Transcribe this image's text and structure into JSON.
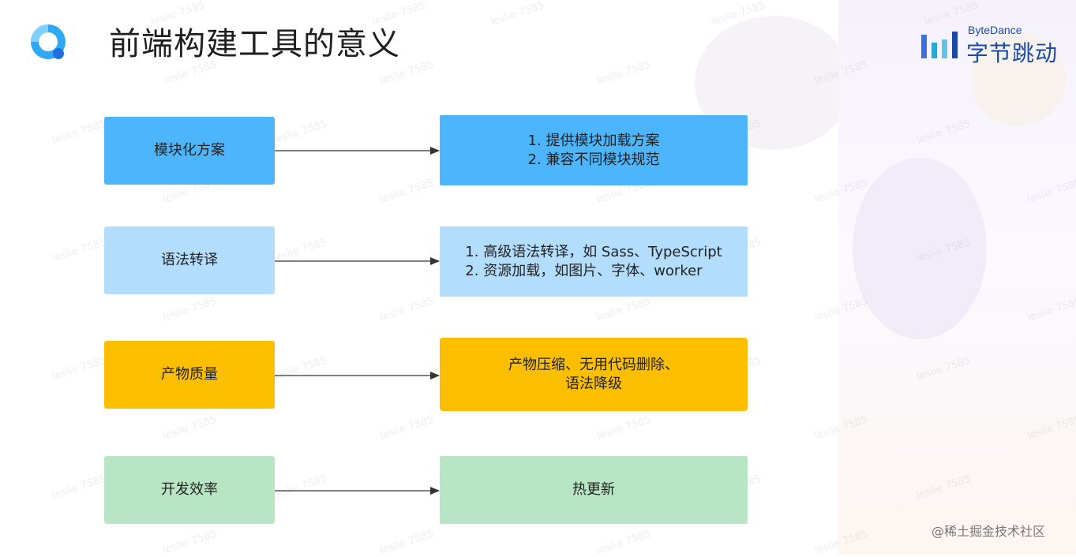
{
  "slide": {
    "title": "前端构建工具的意义",
    "brand_en": "ByteDance",
    "brand_cn": "字节跳动",
    "watermark": "leslie 7585",
    "footer": "@稀土掘金技术社区"
  },
  "colors": {
    "blue": "#4db5fb",
    "light_blue": "#b3ddfd",
    "yellow": "#fcbf00",
    "green": "#b8e6c4",
    "brand": "#1a4aa6"
  },
  "rows": [
    {
      "left": "模块化方案",
      "right": [
        "1. 提供模块加载方案",
        "2. 兼容不同模块规范"
      ]
    },
    {
      "left": "语法转译",
      "right": [
        "1. 高级语法转译，如 Sass、TypeScript",
        "2. 资源加载，如图片、字体、worker"
      ]
    },
    {
      "left": "产物质量",
      "right": [
        "产物压缩、无用代码删除、",
        "语法降级"
      ]
    },
    {
      "left": "开发效率",
      "right": [
        "热更新"
      ]
    }
  ]
}
